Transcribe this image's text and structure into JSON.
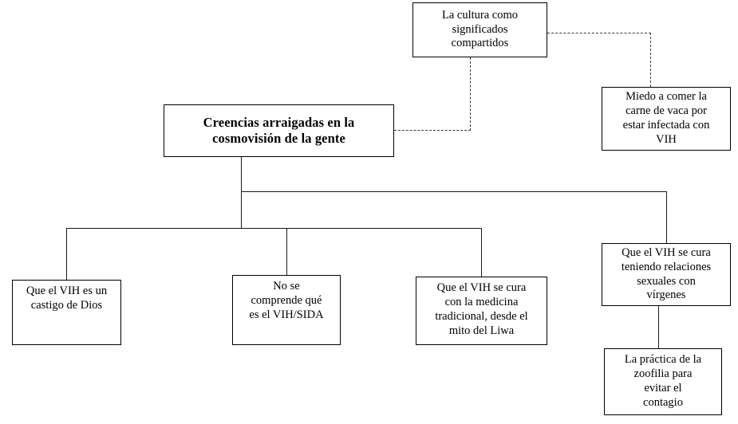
{
  "diagram": {
    "title": "Creencias arraigadas en la cosmovisión de la gente",
    "background_color": "#ffffff",
    "line_color": "#000000",
    "dashed_line_color": "#3a3a3a",
    "nodes": {
      "root": "Creencias arraigadas en la\ncosmovisión de la gente",
      "culture": "La cultura como\nsignificados\ncompartidos",
      "beef_fear": "Miedo a comer la\ncarne de vaca por\nestar infectada con\nVIH",
      "punishment": "Que el VIH es un\ncastigo de Dios",
      "not_understood": "No se\ncomprende qué\nes el VIH/SIDA",
      "traditional_medicine": "Que el VIH se cura\ncon la medicina\ntradicional, desde el\nmito del Liwa",
      "virgins": "Que el VIH se cura\nteniendo relaciones\nsexuales con\nvírgenes",
      "zoophilia": "La práctica de la\nzoofilia para\nevitar el\ncontagio"
    }
  }
}
